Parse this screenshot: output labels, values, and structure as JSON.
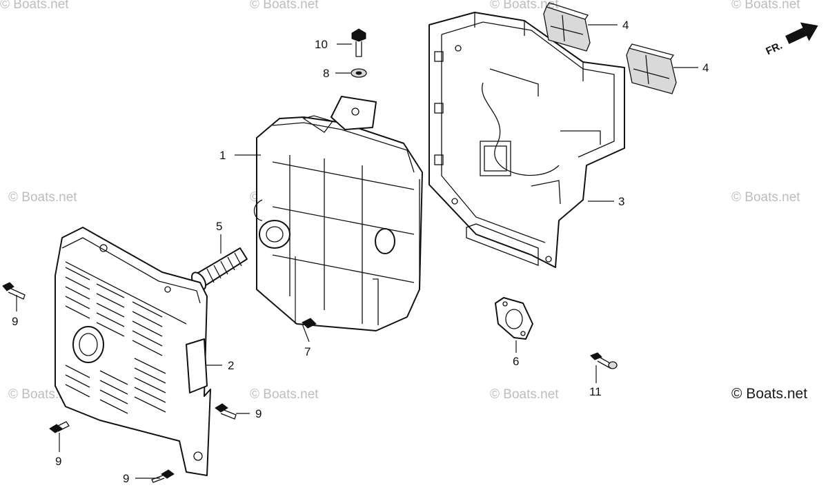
{
  "diagram": {
    "callouts": [
      "1",
      "2",
      "3",
      "4",
      "4",
      "5",
      "6",
      "7",
      "8",
      "9",
      "9",
      "9",
      "9",
      "10",
      "11"
    ],
    "front_marker": "FR.",
    "watermark": "© Boats.net"
  }
}
